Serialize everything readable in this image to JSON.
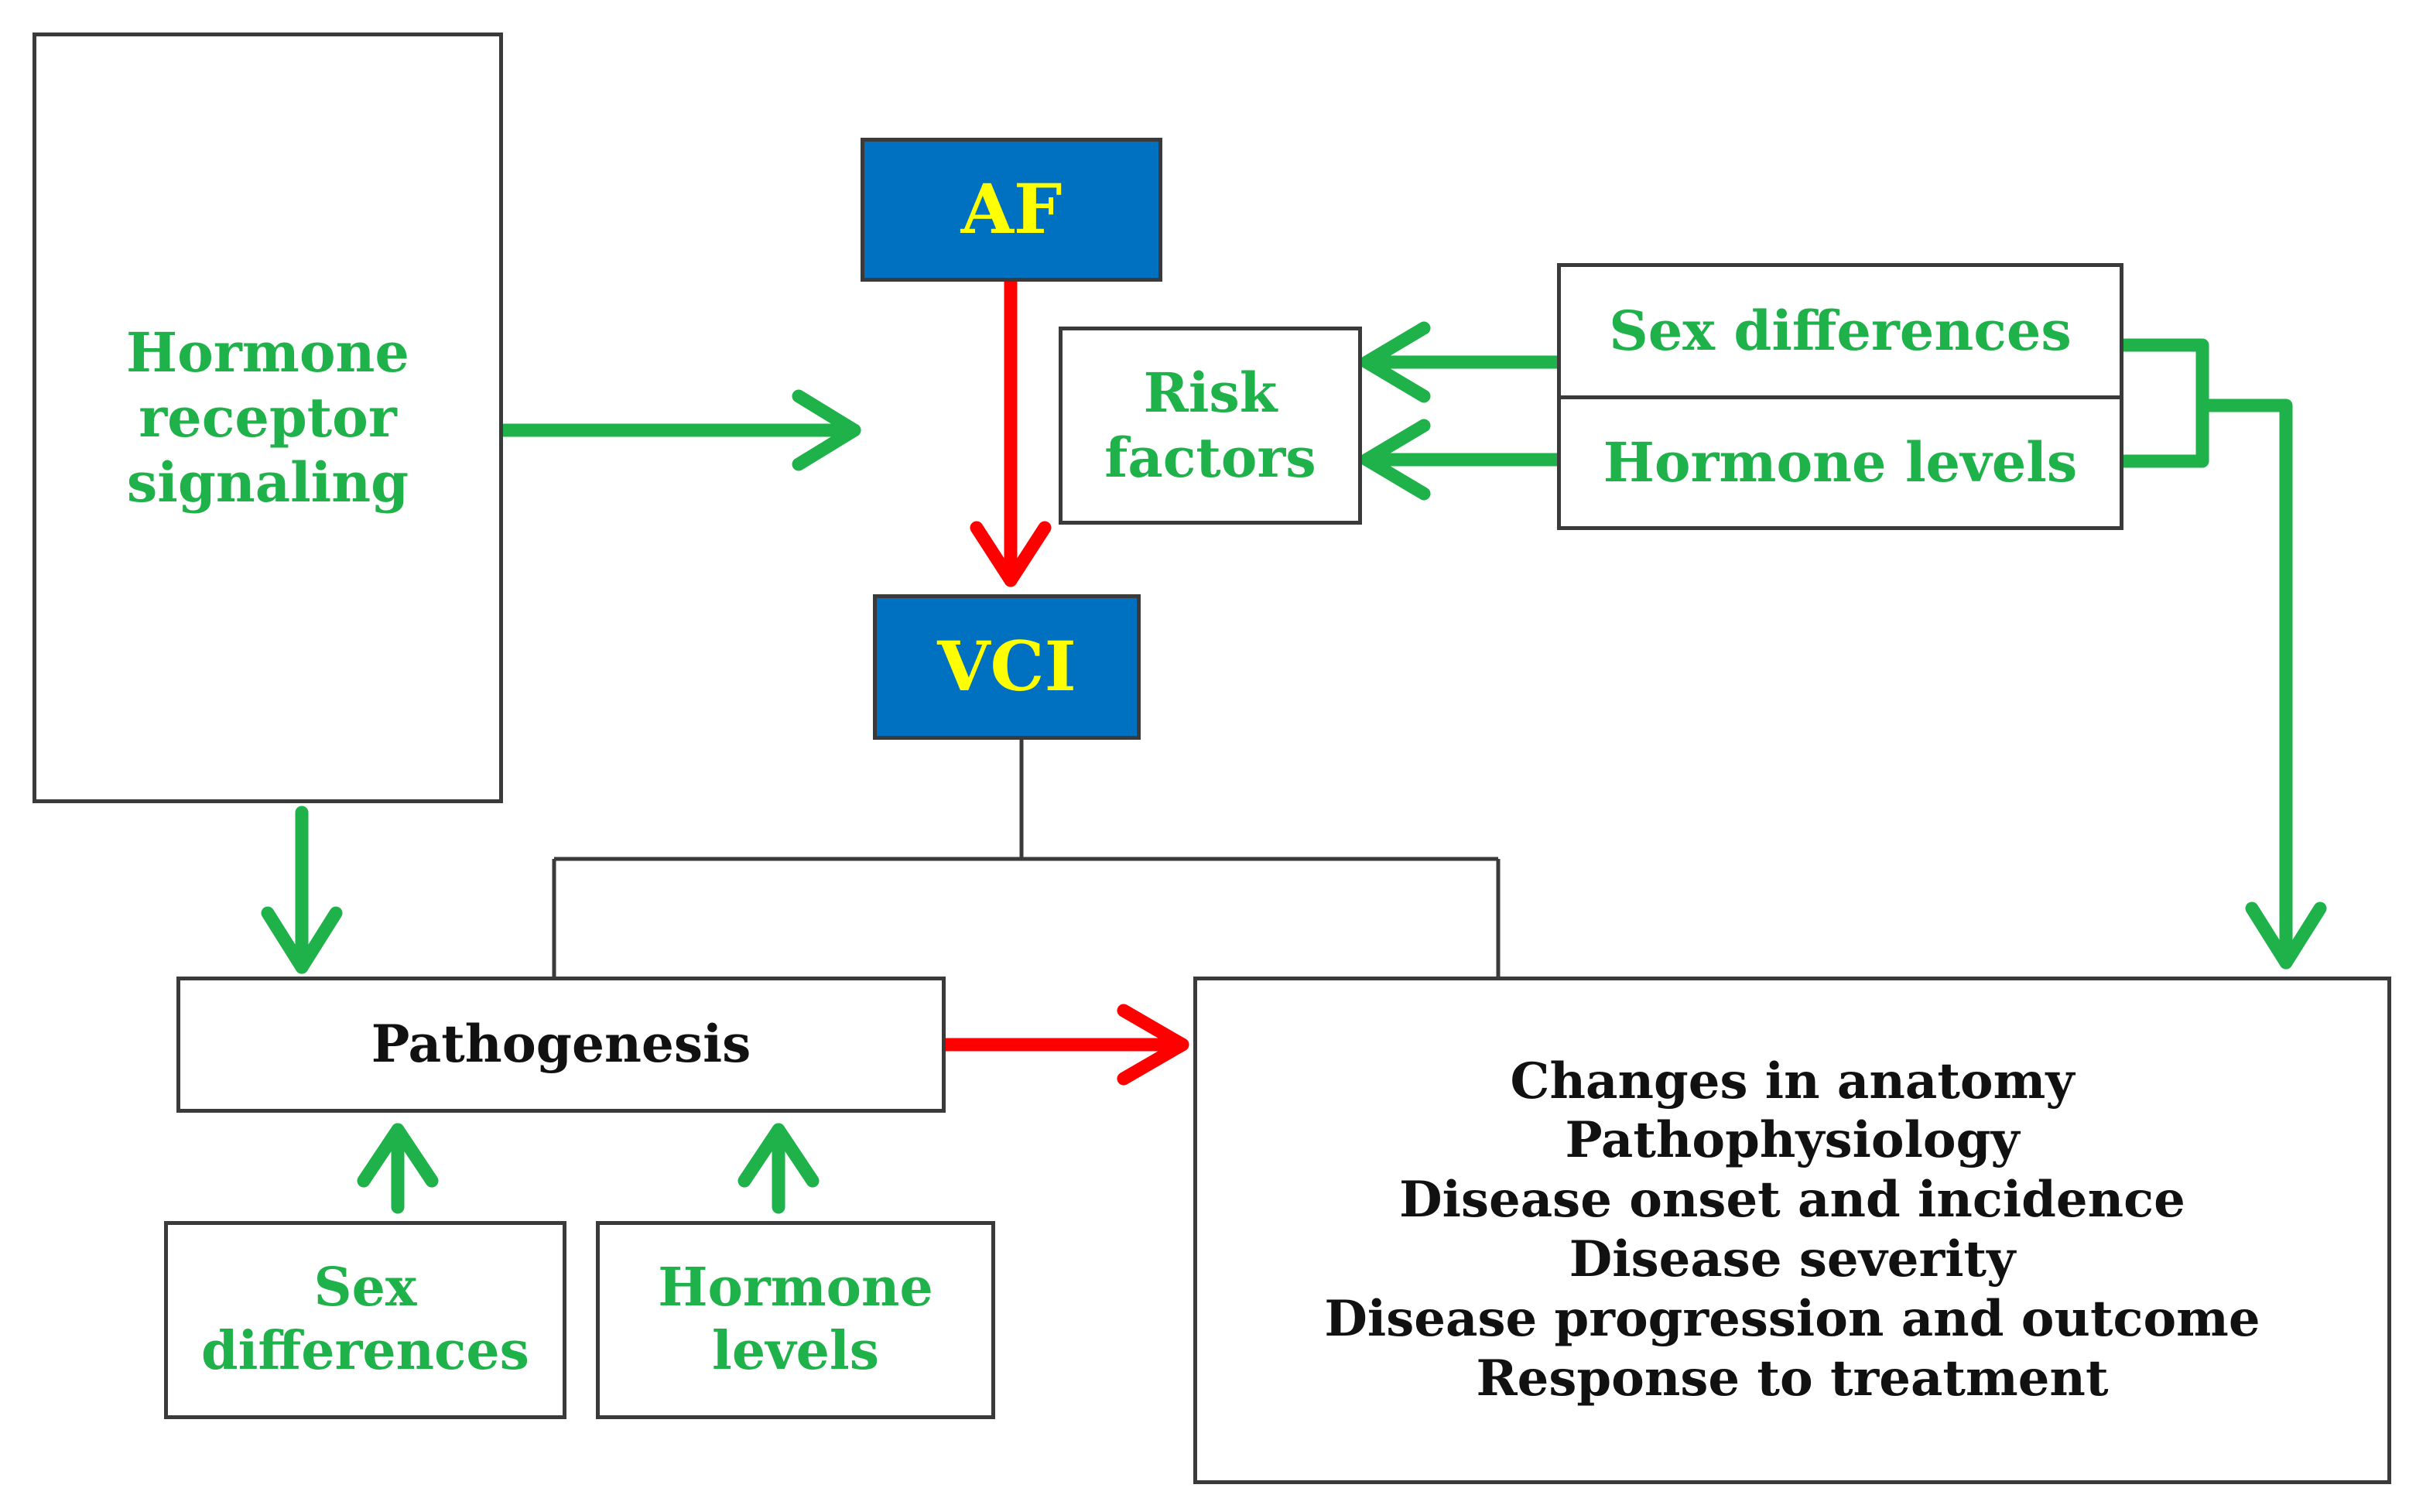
{
  "hormone_receptor_box": {
    "lines": [
      "Hormone",
      "receptor",
      "signaling"
    ]
  },
  "af_box": {
    "label": "AF"
  },
  "vci_box": {
    "label": "VCI"
  },
  "risk_box": {
    "lines": [
      "Risk",
      "factors"
    ]
  },
  "top_right_stack": {
    "sex_label": "Sex differences",
    "hormone_label": "Hormone levels"
  },
  "pathogenesis_box": {
    "label": "Pathogenesis"
  },
  "bottom_sex_box": {
    "lines": [
      "Sex",
      "differences"
    ]
  },
  "bottom_hormone_box": {
    "lines": [
      "Hormone",
      "levels"
    ]
  },
  "outcomes_box": {
    "lines": [
      "Changes in anatomy",
      "Pathophysiology",
      "Disease onset and incidence",
      "Disease severity",
      "Disease progression and outcome",
      "Response to treatment"
    ]
  },
  "colors": {
    "green_arrow": "#1fb24a",
    "red_arrow": "#ff0000",
    "dark_fill": "#0070c0",
    "dark_text": "#ffff00",
    "border": "#3a3a3a"
  }
}
